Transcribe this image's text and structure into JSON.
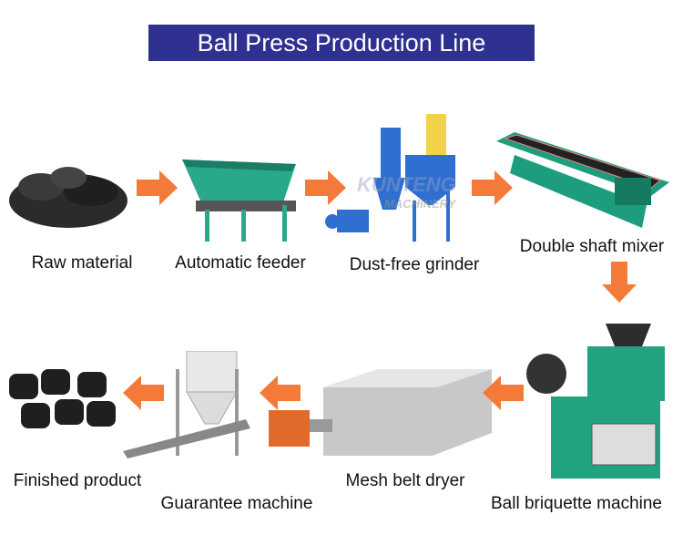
{
  "title": "Ball Press Production Line",
  "watermark": {
    "brand": "KUNTENG",
    "sub": "MACHINERY"
  },
  "colors": {
    "title_bg": "#2e3190",
    "arrow": "#f47a3a"
  },
  "steps": [
    {
      "label": "Raw material"
    },
    {
      "label": "Automatic feeder"
    },
    {
      "label": "Dust-free grinder"
    },
    {
      "label": "Double shaft mixer"
    },
    {
      "label": "Ball briquette machine"
    },
    {
      "label": "Mesh belt dryer"
    },
    {
      "label": "Guarantee machine"
    },
    {
      "label": "Finished product"
    }
  ]
}
